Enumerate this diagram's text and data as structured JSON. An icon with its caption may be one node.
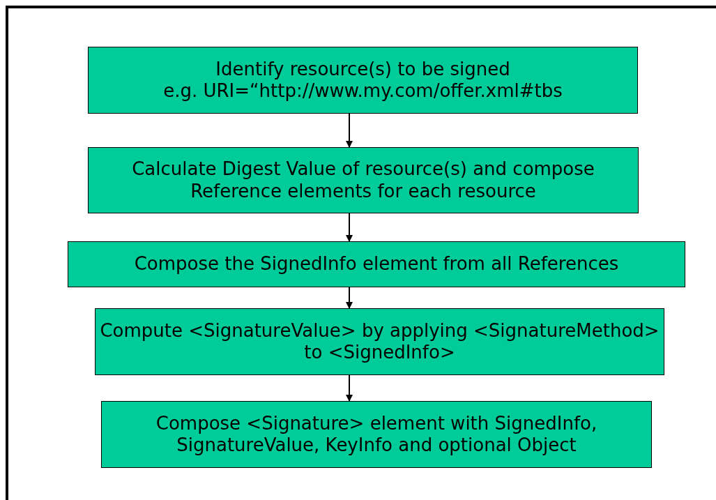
{
  "diagram": {
    "nodes": [
      {
        "text": [
          "Identify resource(s) to be signed",
          "e.g. URI=“http://www.my.com/offer.xml#tbs"
        ]
      },
      {
        "text": [
          "Calculate Digest Value of resource(s) and compose Reference elements for each resource"
        ]
      },
      {
        "text": [
          "Compose the SignedInfo element from all References"
        ]
      },
      {
        "text": [
          "Compute <SignatureValue> by applying <SignatureMethod> to <SignedInfo>"
        ]
      },
      {
        "text": [
          "Compose <Signature> element with SignedInfo, SignatureValue, KeyInfo and optional Object"
        ]
      }
    ],
    "edges": [
      {
        "from": 0,
        "to": 1,
        "arrow": "to"
      },
      {
        "from": 1,
        "to": 2,
        "arrow": "to"
      },
      {
        "from": 2,
        "to": 3,
        "arrow": "to"
      },
      {
        "from": 3,
        "to": 4,
        "arrow": "to"
      }
    ]
  }
}
